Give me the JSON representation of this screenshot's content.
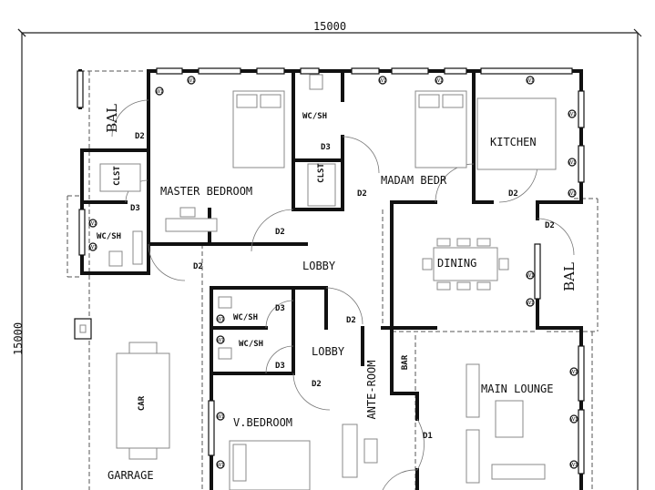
{
  "dimensions": {
    "top": "15000",
    "left": "15000"
  },
  "rooms": {
    "bal_left": "BAL",
    "bal_right": "BAL",
    "master_bedroom": "MASTER BEDROOM",
    "madam_bedroom": "MADAM BEDR",
    "kitchen": "KITCHEN",
    "dining": "DINING",
    "lobby_top": "LOBBY",
    "lobby_mid": "LOBBY",
    "ante_room": "ANTE-ROOM",
    "bar": "BAR",
    "main_lounge": "MAIN LOUNGE",
    "v_bedroom": "V.BEDROOM",
    "garrage": "GARRAGE",
    "car": "CAR",
    "wc_left": "WC/SH",
    "wc_top": "WC/SH",
    "wc_mid1": "WC/SH",
    "wc_mid2": "WC/SH",
    "clst_left": "CLST",
    "clst_top": "CLST"
  },
  "doors": {
    "d2_master_top": "D2",
    "d3_left": "D3",
    "d3_wc_top": "D3",
    "d2_madam": "D2",
    "d2_kitchen": "D2",
    "d2_master_lobby": "D2",
    "d2_lobby_left": "D2",
    "d2_bal_right": "D2",
    "d3_wc_mid1": "D3",
    "d3_wc_mid2": "D3",
    "d2_lobby_mid": "D2",
    "d2_vbed": "D2",
    "d1_lounge": "D1"
  },
  "window_tag": "W1"
}
